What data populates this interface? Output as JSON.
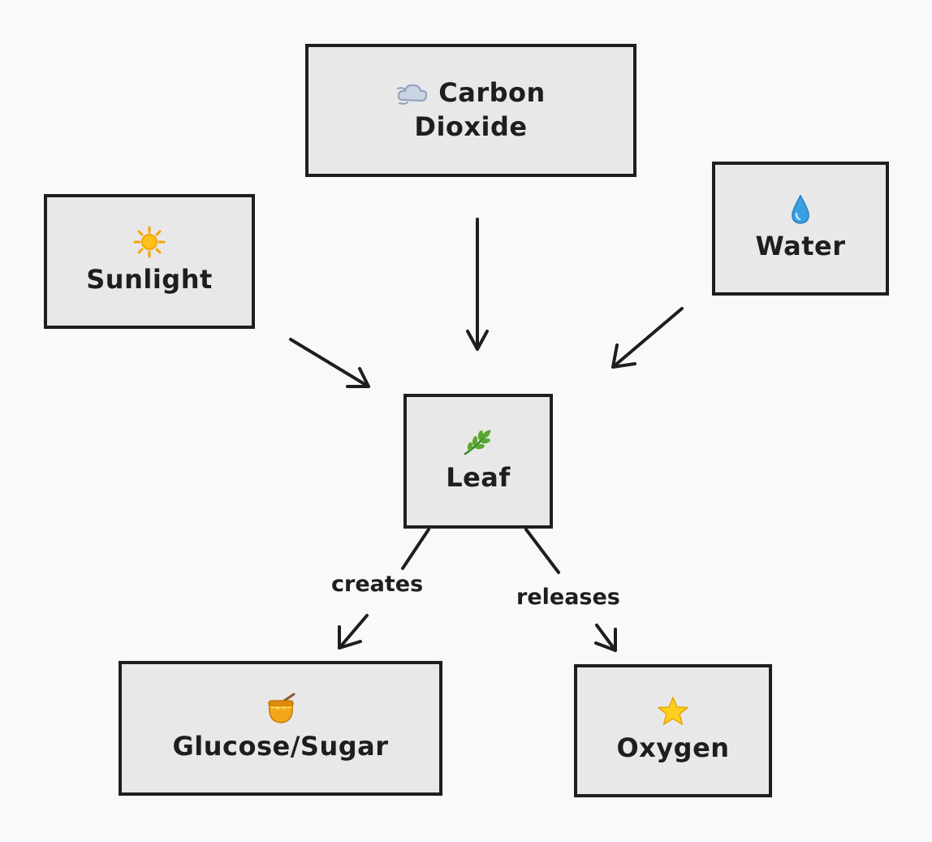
{
  "colors": {
    "background": "#f8f9fb",
    "node_fill": "#e8e8e8",
    "stroke": "#1e1e1e",
    "sun": "#f5b700",
    "water": "#3aa0e0",
    "leaf": "#4f9a2f",
    "honey": "#e89a10",
    "star": "#f7c400",
    "cloud": "#b9c6d8"
  },
  "nodes": {
    "carbon_dioxide": {
      "icon": "cloud-icon",
      "line1": "Carbon",
      "line2": "Dioxide"
    },
    "sunlight": {
      "icon": "sun-icon",
      "label": "Sunlight"
    },
    "water": {
      "icon": "water-drop-icon",
      "label": "Water"
    },
    "leaf": {
      "icon": "leaf-icon",
      "label": "Leaf"
    },
    "glucose": {
      "icon": "honey-pot-icon",
      "label": "Glucose/Sugar"
    },
    "oxygen": {
      "icon": "star-icon",
      "label": "Oxygen"
    }
  },
  "edges": [
    {
      "from": "sunlight",
      "to": "leaf",
      "label": ""
    },
    {
      "from": "carbon_dioxide",
      "to": "leaf",
      "label": ""
    },
    {
      "from": "water",
      "to": "leaf",
      "label": ""
    },
    {
      "from": "leaf",
      "to": "glucose",
      "label": "creates"
    },
    {
      "from": "leaf",
      "to": "oxygen",
      "label": "releases"
    }
  ]
}
